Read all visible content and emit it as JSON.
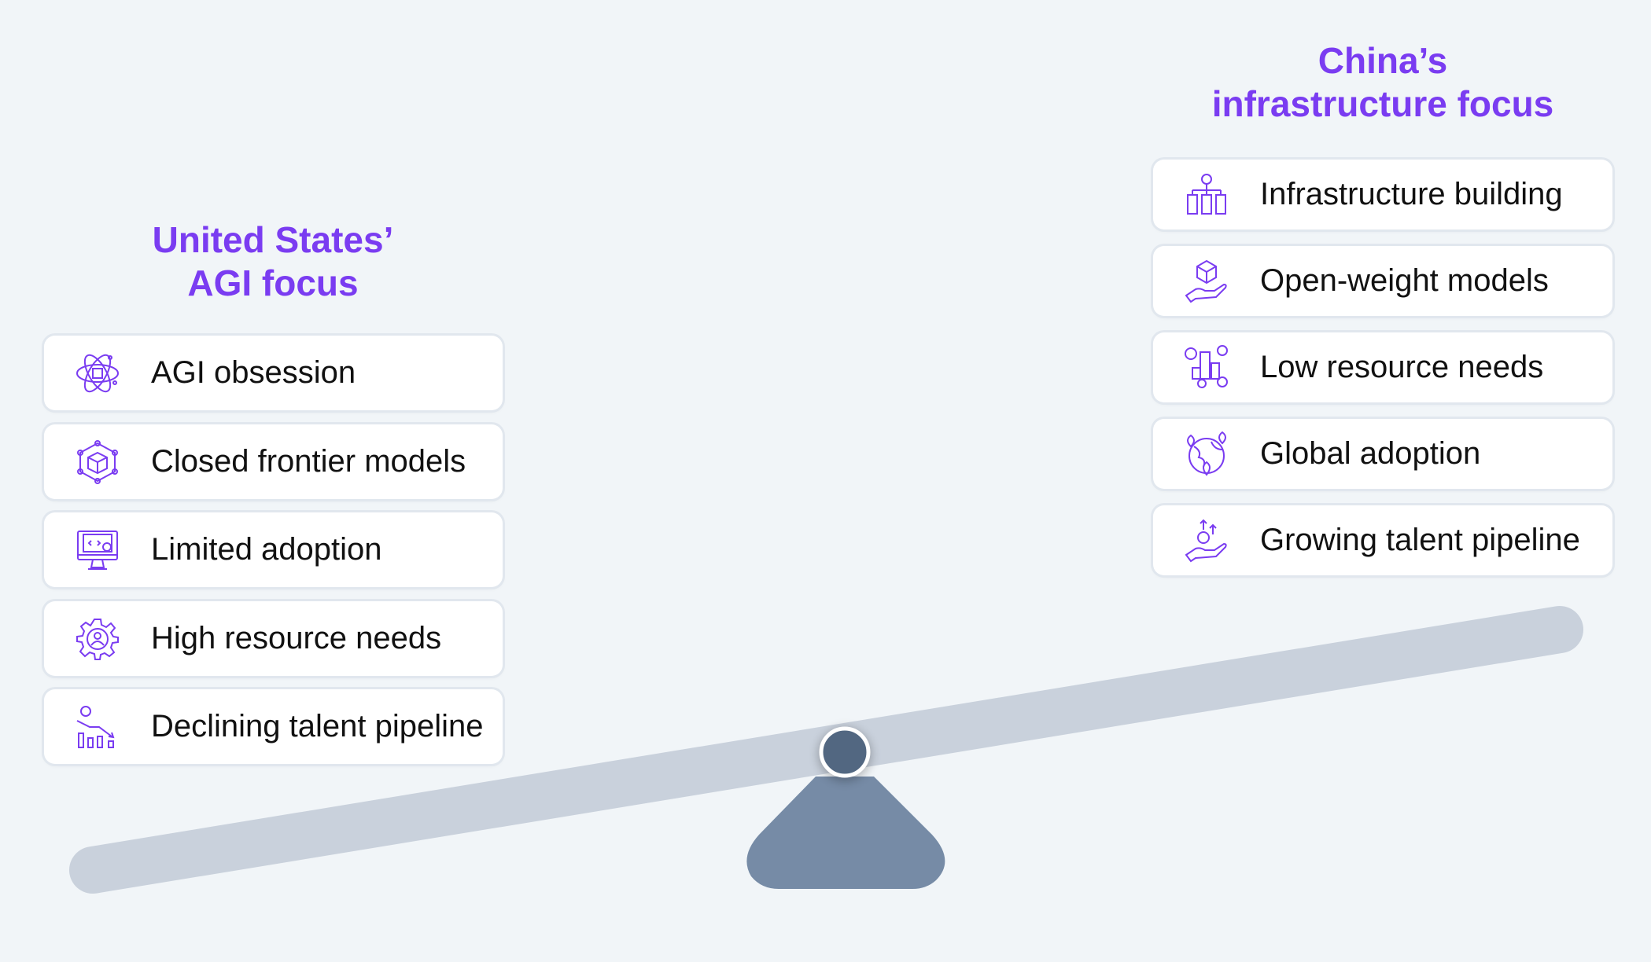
{
  "us": {
    "title_line1": "United States’",
    "title_line2": "AGI focus",
    "items": [
      {
        "label": "AGI obsession",
        "icon": "atom-chip-icon"
      },
      {
        "label": "Closed frontier models",
        "icon": "network-cube-icon"
      },
      {
        "label": "Limited adoption",
        "icon": "monitor-code-icon"
      },
      {
        "label": "High resource needs",
        "icon": "gear-person-icon"
      },
      {
        "label": "Declining talent pipeline",
        "icon": "declining-chart-dollar-icon"
      }
    ]
  },
  "china": {
    "title_line1": "China’s",
    "title_line2": "infrastructure focus",
    "items": [
      {
        "label": "Infrastructure building",
        "icon": "gear-servers-icon"
      },
      {
        "label": "Open-weight models",
        "icon": "hand-cube-icon"
      },
      {
        "label": "Low resource needs",
        "icon": "city-resources-icon"
      },
      {
        "label": "Global adoption",
        "icon": "globe-pins-icon"
      },
      {
        "label": "Growing talent pipeline",
        "icon": "hand-dollar-growth-icon"
      }
    ]
  },
  "colors": {
    "accent": "#7a3cf1",
    "beam": "#c9d1dc",
    "base": "#768ba6",
    "pivot": "#526781",
    "background": "#f1f5f8"
  }
}
